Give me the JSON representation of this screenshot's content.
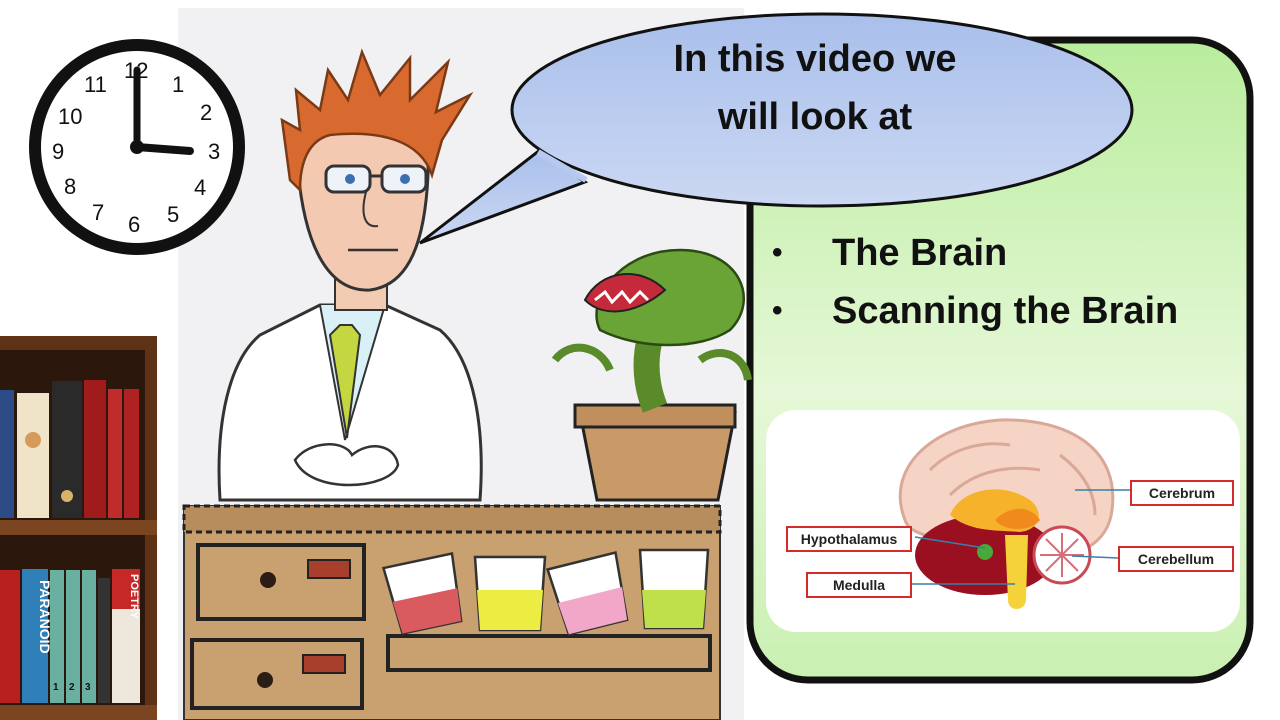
{
  "speech": {
    "line1": "In this video we",
    "line2": "will look at"
  },
  "topics": [
    {
      "bullet": "•",
      "label": "The Brain"
    },
    {
      "bullet": "•",
      "label": "Scanning the Brain"
    }
  ],
  "brain_labels": {
    "cerebrum": "Cerebrum",
    "hypothalamus": "Hypothalamus",
    "cerebellum": "Cerebellum",
    "medulla": "Medulla"
  },
  "clock": {
    "numbers": [
      "12",
      "1",
      "2",
      "3",
      "4",
      "5",
      "6",
      "7",
      "8",
      "9",
      "10",
      "11"
    ],
    "time": "3:00"
  },
  "book_spines": {
    "left_book": "PARANOID",
    "right_book": "POETRY",
    "volumes": [
      "1",
      "2",
      "3"
    ]
  },
  "colors": {
    "panel_green": "#c8f0b0",
    "speech_blue": "#b7c9ee",
    "cardboard": "#c79c6c",
    "label_red": "#d42a2a"
  }
}
